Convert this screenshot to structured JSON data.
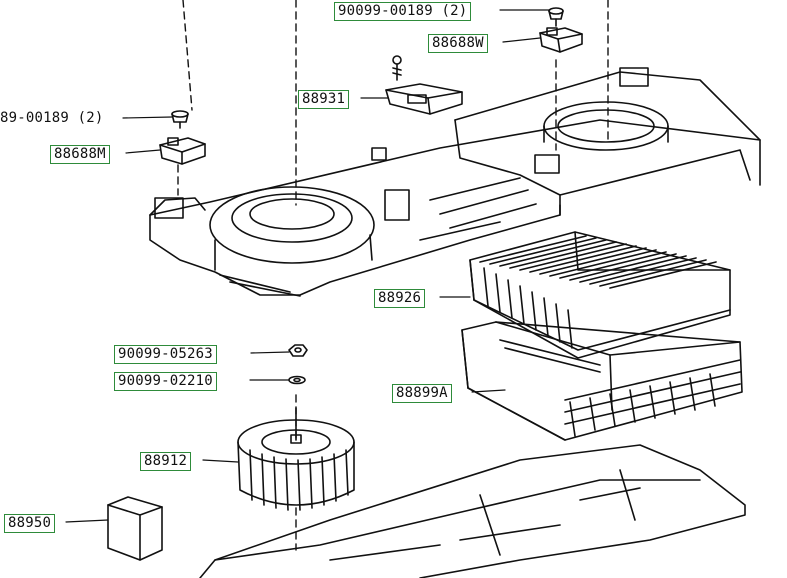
{
  "diagram": {
    "colors": {
      "line": "#111111",
      "label_box": "#2e8b3a",
      "background": "#ffffff"
    },
    "labels": [
      {
        "id": "top_clip_qty",
        "text": "90099-00189 (2)",
        "boxed": true
      },
      {
        "id": "right_servo",
        "text": "88688W",
        "boxed": true
      },
      {
        "id": "center_screw",
        "text": "88931",
        "boxed": true
      },
      {
        "id": "left_clip_qty",
        "text": "89-00189 (2)",
        "boxed": false
      },
      {
        "id": "left_servo",
        "text": "88688M",
        "boxed": true
      },
      {
        "id": "filter",
        "text": "88926",
        "boxed": true
      },
      {
        "id": "nut",
        "text": "90099-05263",
        "boxed": true
      },
      {
        "id": "washer",
        "text": "90099-02210",
        "boxed": true
      },
      {
        "id": "filter_case",
        "text": "88899A",
        "boxed": true
      },
      {
        "id": "blower_fan",
        "text": "88912",
        "boxed": true
      },
      {
        "id": "resistor",
        "text": "88950",
        "boxed": true
      }
    ]
  }
}
